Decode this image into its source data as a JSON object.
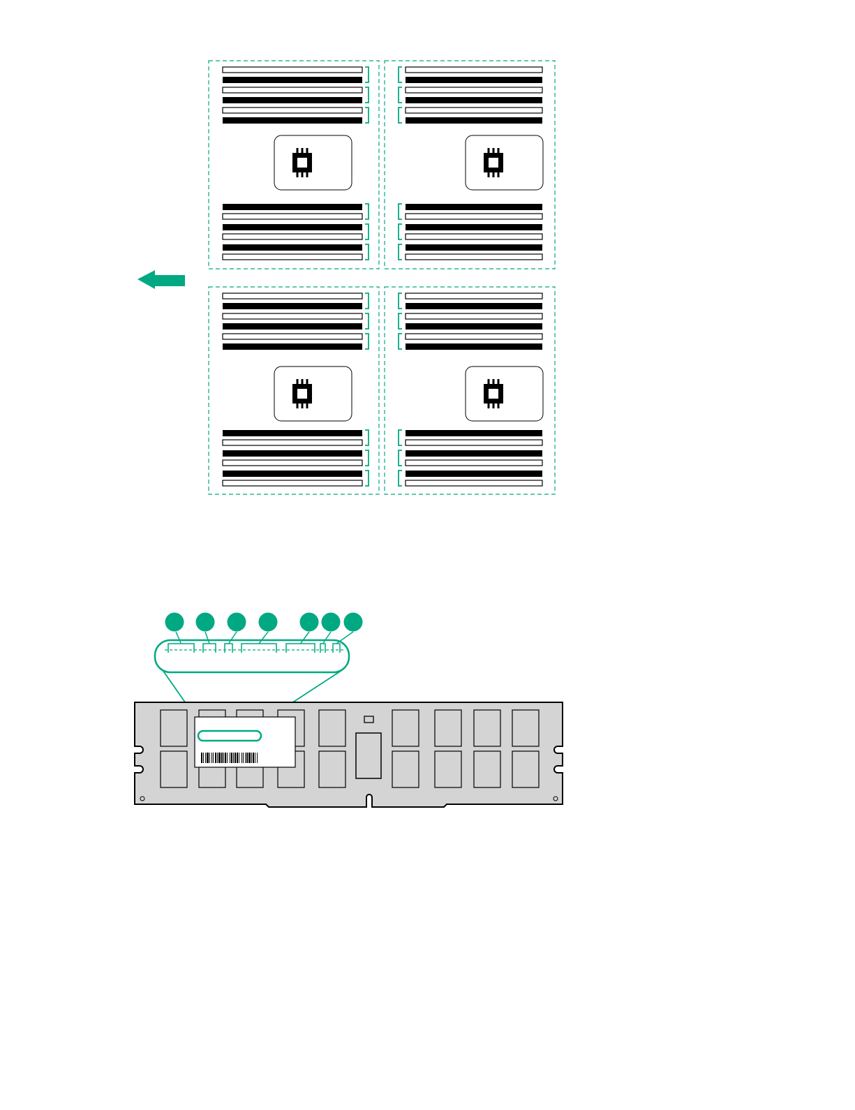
{
  "colors": {
    "accent": "#01a982",
    "slot_line": "#000000",
    "module_fill": "#d4d4d4",
    "label_fill": "#ffffff"
  },
  "board": {
    "direction_indicator": "arrow-left-icon",
    "processors": [
      {
        "id": "top-left",
        "icon": "processor-icon"
      },
      {
        "id": "top-right",
        "icon": "processor-icon"
      },
      {
        "id": "bottom-left",
        "icon": "processor-icon"
      },
      {
        "id": "bottom-right",
        "icon": "processor-icon"
      }
    ]
  },
  "module": {
    "callouts": [
      "",
      "",
      "",
      "",
      "",
      "",
      ""
    ],
    "label_icon": "barcode-icon"
  }
}
